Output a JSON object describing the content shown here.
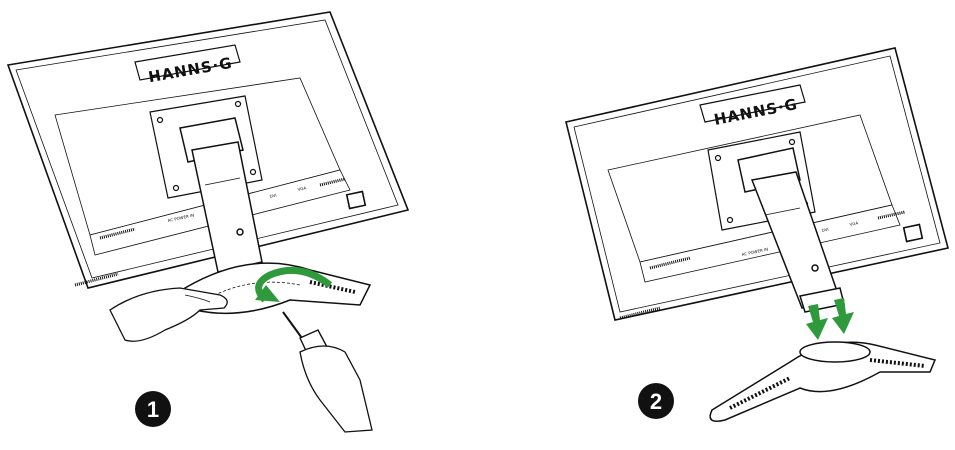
{
  "steps": [
    {
      "number": "1",
      "brand": "HANNS·G",
      "port_labels": [
        "DVI",
        "VGA",
        "AC POWER IN"
      ]
    },
    {
      "number": "2",
      "brand": "HANNS·G",
      "port_labels": [
        "DVI",
        "VGA",
        "AC POWER IN"
      ]
    }
  ],
  "colors": {
    "outline": "#111111",
    "arrow": "#2e9a3c",
    "background": "#ffffff"
  },
  "icons": {
    "rotate_arrow": "curved-arrow-icon",
    "down_arrows": "down-arrow-icon"
  }
}
